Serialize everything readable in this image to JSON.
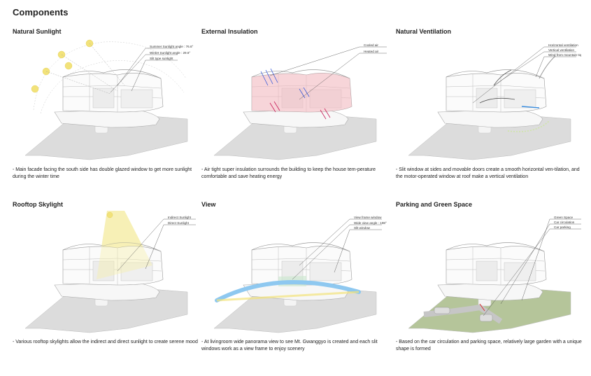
{
  "page_title": "Components",
  "panels": [
    {
      "title": "Natural Sunlight",
      "annotations": [
        "Summer Sunlight angle : 76.6°",
        "Winter Sunlight angle : 29.6°",
        "Slit type sunlight"
      ],
      "description": "- Main facade facing the south side has double glazed window to get more sunlight during the winter time"
    },
    {
      "title": "External Insulation",
      "annotations": [
        "Cooled air",
        "Heated air"
      ],
      "description": "- Air tight super insulation surrounds the building to keep the house tem-perature comfortable and save heating energy"
    },
    {
      "title": "Natural Ventilation",
      "annotations": [
        "Horizontal ventilation",
        "Vertical ventilation",
        "Wind from mountain top"
      ],
      "description": "- Slit window at sides and movable doors create a smooth horizontal ven-tilation, and the motor-operated window at roof make a vertical ventilation"
    },
    {
      "title": "Rooftop Skylight",
      "annotations": [
        "Indirect Sunlight",
        "Direct Sunlight"
      ],
      "description": "- Various rooftop skylights allow the indirect and direct sunlight to create serene mood"
    },
    {
      "title": "View",
      "annotations": [
        "View frame window",
        "Wide view angle : 198°",
        "Slit window"
      ],
      "description": "- At livingroom wide panorama view to see Mt. Gwanggyo is created and each slit windows work as a view frame to enjoy scenery"
    },
    {
      "title": "Parking and Green Space",
      "annotations": [
        "Green Space",
        "Car circulation",
        "Car parking"
      ],
      "description": "- Based on the car circulation and parking space, relatively large garden with a unique shape is formed"
    }
  ],
  "colors": {
    "sun": "#f2e27a",
    "heat": "#f4b7bd",
    "cool": "#3a5bd9",
    "hot": "#c81e5a",
    "wind": "#3a8ee0",
    "sky": "#f6efb0",
    "view": "#8ec8f0",
    "green": "#b5c59a",
    "ground": "#dcdcdc"
  }
}
